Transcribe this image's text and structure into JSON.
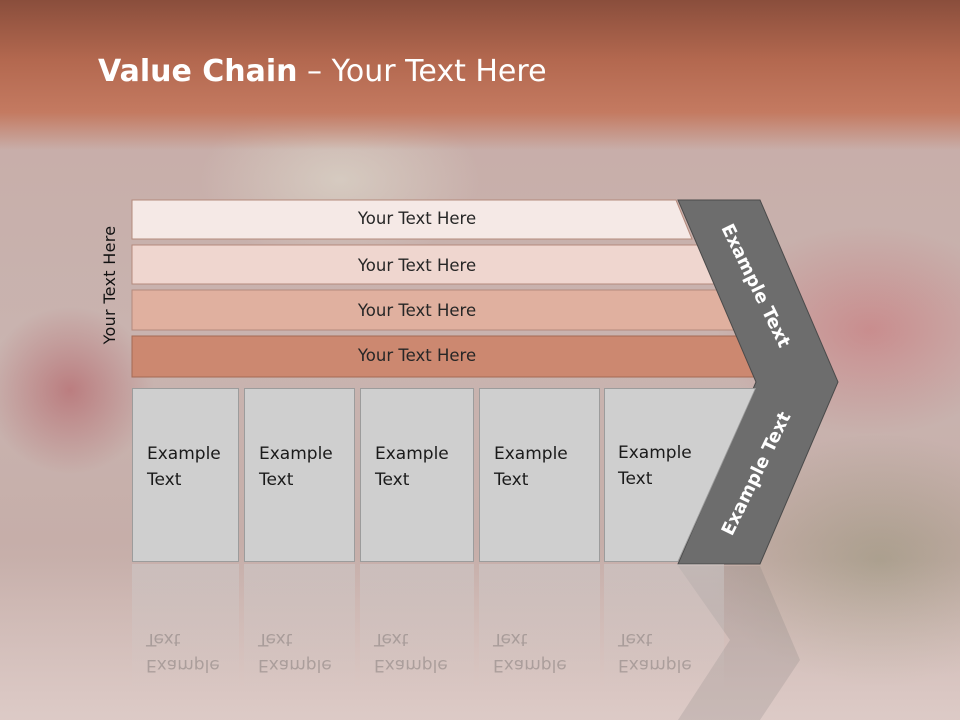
{
  "title": {
    "bold": "Value Chain",
    "rest": " – Your Text Here"
  },
  "side_label": "Your Text Here",
  "bars": [
    "Your Text Here",
    "Your Text Here",
    "Your Text Here",
    "Your Text Here"
  ],
  "cards": [
    "Example\nText",
    "Example\nText",
    "Example\nText",
    "Example\nText",
    "Example\nText"
  ],
  "chevron": {
    "upper": "Example Text",
    "lower": "Example Text"
  },
  "colors": {
    "title_band": "#b3684f",
    "bar1": "#f5e9e6",
    "bar2": "#efd6cf",
    "bar3": "#e0b09f",
    "bar4": "#cc8870",
    "card": "#cfcfcf",
    "chevron": "#6d6d6d"
  }
}
